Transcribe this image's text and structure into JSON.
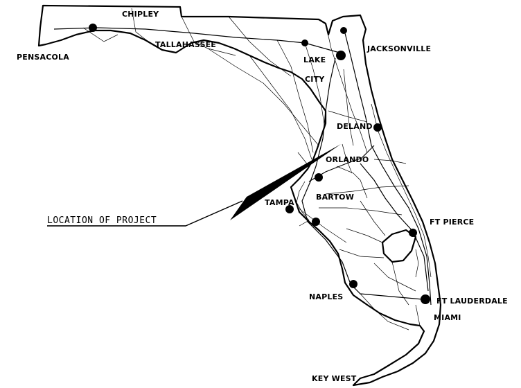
{
  "map": {
    "callout_label": "LOCATION OF PROJECT",
    "cities": [
      {
        "id": "chipley",
        "label": "CHIPLEY"
      },
      {
        "id": "pensacola",
        "label": "PENSACOLA"
      },
      {
        "id": "tallahassee",
        "label": "TALLAHASSEE"
      },
      {
        "id": "jacksonville",
        "label": "JACKSONVILLE"
      },
      {
        "id": "lake",
        "label": "LAKE"
      },
      {
        "id": "city",
        "label": "CITY"
      },
      {
        "id": "deland",
        "label": "DELAND"
      },
      {
        "id": "orlando",
        "label": "ORLANDO"
      },
      {
        "id": "bartow",
        "label": "BARTOW"
      },
      {
        "id": "tampa",
        "label": "TAMPA"
      },
      {
        "id": "ftpierce",
        "label": "FT PIERCE"
      },
      {
        "id": "naples",
        "label": "NAPLES"
      },
      {
        "id": "ftlauderdale",
        "label": "FT LAUDERDALE"
      },
      {
        "id": "miami",
        "label": "MIAMI"
      },
      {
        "id": "keywest",
        "label": "KEY WEST"
      }
    ]
  }
}
